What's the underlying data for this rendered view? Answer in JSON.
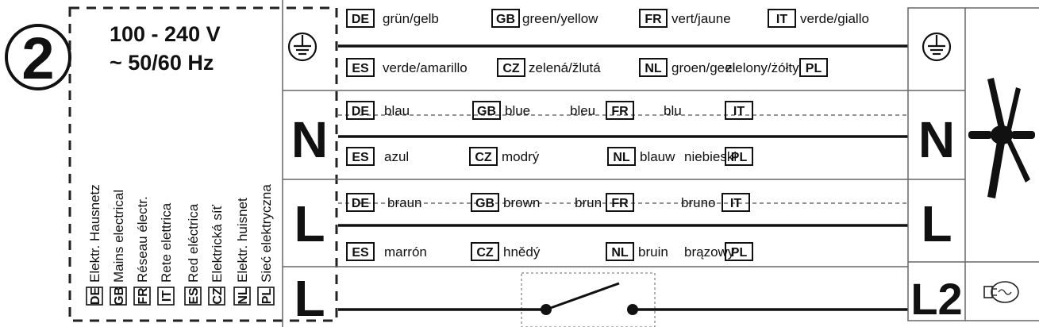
{
  "diagram": {
    "step_number": "2",
    "voltage": "100 - 240 V",
    "frequency": "~ 50/60 Hz",
    "mains_labels": [
      {
        "code": "DE",
        "text": "Elektr. Hausnetz"
      },
      {
        "code": "GB",
        "text": "Mains electrical"
      },
      {
        "code": "FR",
        "text": "Réseau électr."
      },
      {
        "code": "IT",
        "text": "Rete elettrica"
      },
      {
        "code": "ES",
        "text": "Red eléctrica"
      },
      {
        "code": "CZ",
        "text": "Elektrická síť"
      },
      {
        "code": "NL",
        "text": "Elektr. huisnet"
      },
      {
        "code": "PL",
        "text": "Sieć elektryczna"
      }
    ],
    "terminals_left": [
      "N",
      "L",
      "L"
    ],
    "terminals_right": [
      "N",
      "L",
      "L2"
    ],
    "wires": {
      "earth": {
        "row1": [
          {
            "code": "DE",
            "text": "grün/gelb"
          },
          {
            "code": "GB",
            "text": "green/yellow"
          },
          {
            "code": "FR",
            "text": "vert/jaune"
          },
          {
            "code": "IT",
            "text": "verde/giallo"
          }
        ],
        "row2": [
          {
            "code": "ES",
            "text": "verde/amarillo"
          },
          {
            "code": "CZ",
            "text": "zelená/žlutá"
          },
          {
            "code": "NL",
            "text": "groen/geel"
          },
          {
            "code": "PL",
            "text": "zielony/żółty"
          }
        ]
      },
      "neutral": {
        "row1": [
          {
            "code": "DE",
            "text": "blau"
          },
          {
            "code": "GB",
            "text": "blue"
          },
          {
            "code": "FR",
            "text": "bleu"
          },
          {
            "code": "IT",
            "text": "blu"
          }
        ],
        "row2": [
          {
            "code": "ES",
            "text": "azul"
          },
          {
            "code": "CZ",
            "text": "modrý"
          },
          {
            "code": "NL",
            "text": "blauw"
          },
          {
            "code": "PL",
            "text": "niebieski"
          }
        ]
      },
      "live": {
        "row1": [
          {
            "code": "DE",
            "text": "braun"
          },
          {
            "code": "GB",
            "text": "brown"
          },
          {
            "code": "FR",
            "text": "brun"
          },
          {
            "code": "IT",
            "text": "bruno"
          }
        ],
        "row2": [
          {
            "code": "ES",
            "text": "marrón"
          },
          {
            "code": "CZ",
            "text": "hnědý"
          },
          {
            "code": "NL",
            "text": "bruin"
          },
          {
            "code": "PL",
            "text": "brązowy"
          }
        ]
      }
    },
    "icons": [
      "earth-symbol-icon",
      "ceiling-fan-icon",
      "light-bulb-icon",
      "switch-icon"
    ]
  }
}
